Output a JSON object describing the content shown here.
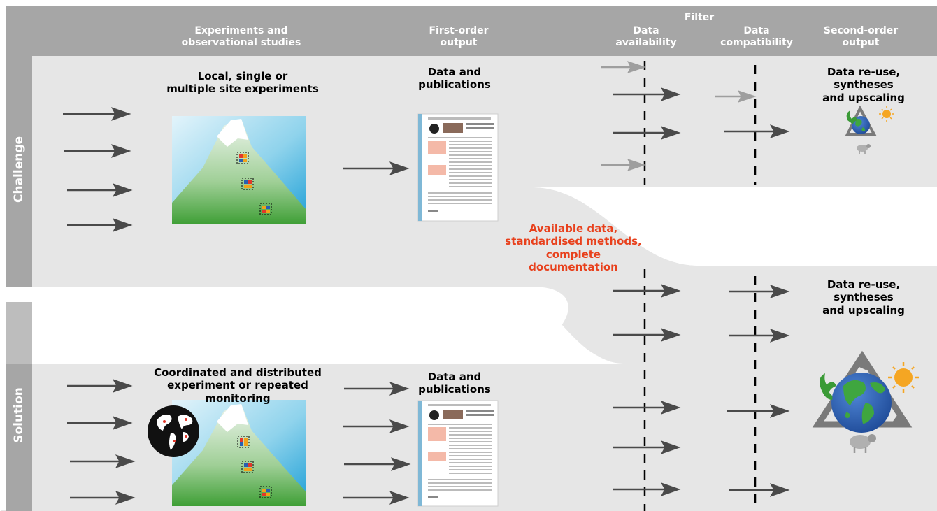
{
  "header": {
    "experiments": "Experiments and\nobservational studies",
    "first_order": "First-order\noutput",
    "filter": "Filter",
    "data_availability": "Data\navailability",
    "data_compatibility": "Data\ncompatibility",
    "second_order": "Second-order\noutput"
  },
  "challenge": {
    "side_label": "Challenge",
    "experiments_label": "Local, single or\nmultiple site  experiments",
    "output_label": "Data and\npublications",
    "second_order_label": "Data re-use, syntheses\nand upscaling"
  },
  "transition": {
    "label": "Available data,\nstandardised methods,\ncomplete documentation"
  },
  "solution": {
    "side_label": "Solution",
    "experiments_label": "Coordinated and distributed\nexperiment or repeated monitoring",
    "output_label": "Data and\npublications",
    "second_order_label": "Data re-use, syntheses\nand upscaling"
  },
  "colors": {
    "header_band": "#a6a6a6",
    "panel": "#e6e6e6",
    "arrow": "#4a4a4a",
    "arrow_faded": "#9e9e9e",
    "highlight": "#e8401c",
    "sky": "#3aa9d8",
    "mountain_green": "#46a83a",
    "globe_ocean": "#2a5fb0",
    "globe_land": "#3fa63f",
    "sun": "#f5a623"
  }
}
